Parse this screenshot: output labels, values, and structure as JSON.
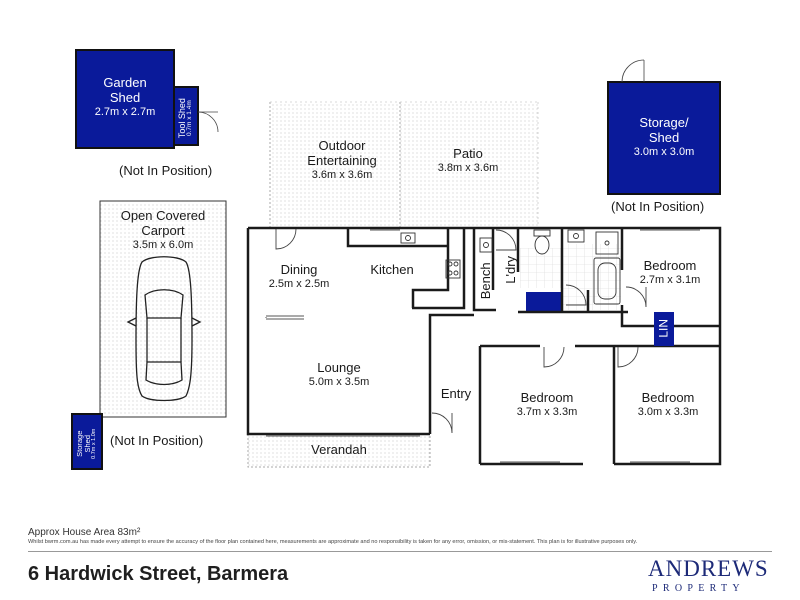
{
  "rooms": {
    "garden_shed": {
      "name": "Garden\nShed",
      "dims": "2.7m x 2.7m"
    },
    "tool_shed": {
      "name": "Tool Shed",
      "dims": "0.7m x 1.4m"
    },
    "storage_shed_top": {
      "name": "Storage/\nShed",
      "dims": "3.0m x 3.0m"
    },
    "outdoor": {
      "name": "Outdoor\nEntertaining",
      "dims": "3.6m x 3.6m"
    },
    "patio": {
      "name": "Patio",
      "dims": "3.8m x 3.6m"
    },
    "carport": {
      "name": "Open Covered\nCarport",
      "dims": "3.5m x 6.0m"
    },
    "dining": {
      "name": "Dining",
      "dims": "2.5m x 2.5m"
    },
    "kitchen": {
      "name": "Kitchen"
    },
    "bench": {
      "name": "Bench"
    },
    "laundry": {
      "name": "L'dry"
    },
    "bedroom1": {
      "name": "Bedroom",
      "dims": "2.7m x 3.1m"
    },
    "lin": {
      "name": "LIN"
    },
    "lounge": {
      "name": "Lounge",
      "dims": "5.0m x 3.5m"
    },
    "entry": {
      "name": "Entry"
    },
    "bedroom2": {
      "name": "Bedroom",
      "dims": "3.7m x 3.3m"
    },
    "bedroom3": {
      "name": "Bedroom",
      "dims": "3.0m x 3.3m"
    },
    "verandah": {
      "name": "Verandah"
    },
    "storage_shed_small": {
      "name": "Storage\nShed",
      "dims": "0.7m x 1.0m"
    }
  },
  "notes": {
    "not_in_position": "(Not In Position)"
  },
  "footer": {
    "area": "Approx House Area 83m²",
    "disclaimer": "Whilst bwrm.com.au has made every attempt to ensure the accuracy of the floor plan contained here, measurements are approximate and no responsibility is taken for any error, omission, or mis-statement. This plan is for illustrative purposes only.",
    "address": "6 Hardwick Street, Barmera"
  },
  "brand": {
    "name": "ANDREWS",
    "sub": "PROPERTY"
  },
  "colors": {
    "shed_fill": "#0a1a9a",
    "wall": "#1a1a1a",
    "outdoor_dots": "#bdbdbd",
    "brand": "#1d2a78"
  }
}
